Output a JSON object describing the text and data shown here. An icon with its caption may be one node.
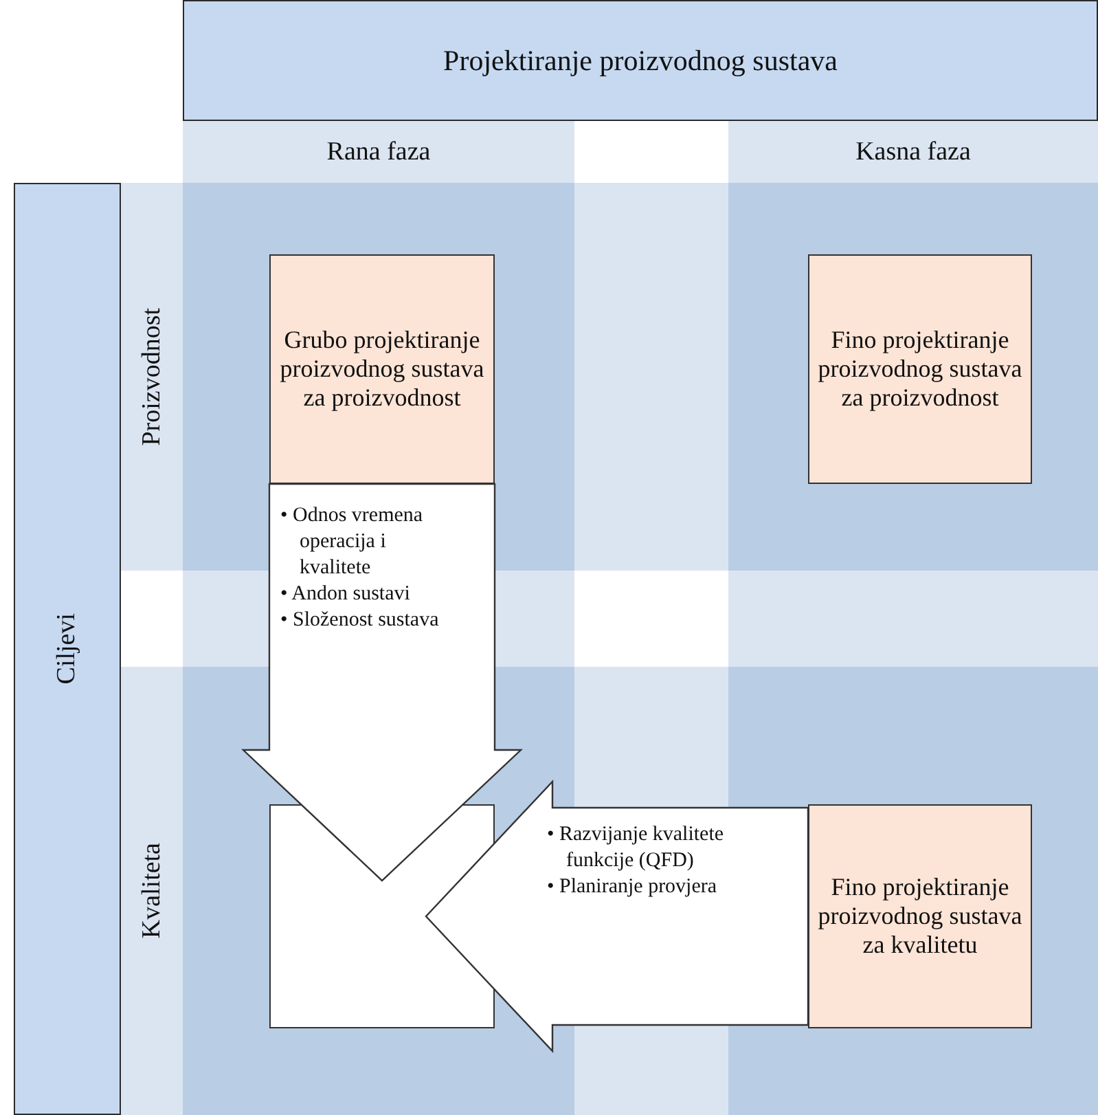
{
  "diagram": {
    "nodes": [
      {
        "text": [
          "Projektiranje proizvodnog sustava"
        ]
      },
      {
        "text": [
          "Rana faza"
        ]
      },
      {
        "text": [
          "Kasna faza"
        ]
      },
      {
        "text": [
          "Ciljevi"
        ]
      },
      {
        "text": [
          "Proizvodnost"
        ]
      },
      {
        "text": [
          "Kvaliteta"
        ]
      },
      {
        "text": [
          "Grubo projektiranje proizvodnog sustava za proizvodnost"
        ]
      },
      {
        "text": [
          "Fino projektiranje proizvodnog sustava za proizvodnost"
        ]
      },
      {
        "text": [],
        "shape": "box"
      },
      {
        "text": [
          "Fino projektiranje proizvodnog sustava za kvalitetu"
        ]
      }
    ],
    "edges": [
      {
        "from": 6,
        "to": 8,
        "arrow": "to"
      },
      {
        "from": 9,
        "to": 8,
        "arrow": "to"
      }
    ],
    "labels": [
      "• Odnos vremena operacija i kvalitete",
      "• Andon sustavi",
      "• Složenost sustava",
      "• Razvijanje kvalitete funkcije (QFD)",
      "• Planiranje provjera"
    ]
  }
}
